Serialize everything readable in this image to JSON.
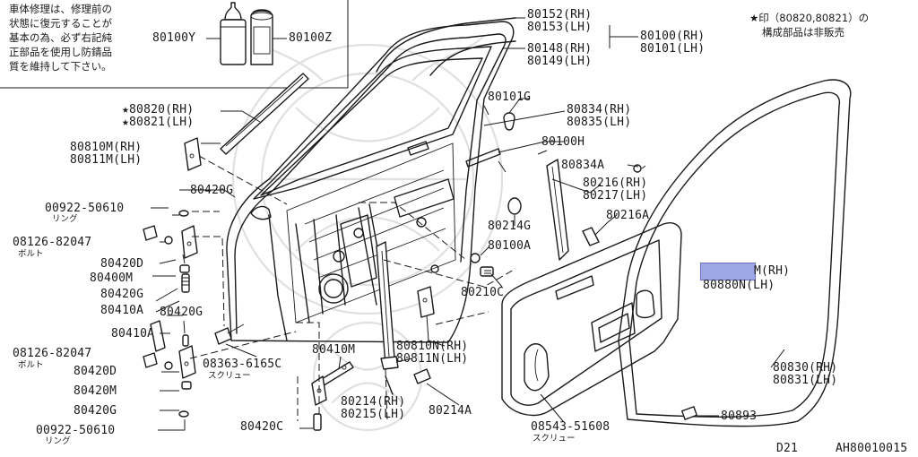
{
  "notice": [
    "車体修理は、修理前の",
    "状態に復元することが",
    "基本の為、必ず右記純",
    "正部品を使用し防錆品",
    "質を維持して下さい。"
  ],
  "star_note": [
    "★印（80820,80821）の",
    "構成部品は非販売"
  ],
  "labels": {
    "p80100Y": "80100Y",
    "p80100Z": "80100Z",
    "p80152": "80152(RH)",
    "p80153": "80153(LH)",
    "p80148": "80148(RH)",
    "p80149": "80149(LH)",
    "p80100": "80100(RH)",
    "p80101": "80101(LH)",
    "p80101G": "80101G",
    "p80820": "★80820(RH)",
    "p80821": "★80821(LH)",
    "p80834": "80834(RH)",
    "p80835": "80835(LH)",
    "p80810M": "80810M(RH)",
    "p80811M": "80811M(LH)",
    "p80100H": "80100H",
    "p80834A": "80834A",
    "p80420G_a": "80420G",
    "p80216": "80216(RH)",
    "p80217": "80217(LH)",
    "p00922_a": "00922-50610",
    "p80216A": "80216A",
    "p80214G": "80214G",
    "p08126_a": "08126-82047",
    "p80100A": "80100A",
    "p80420D_a": "80420D",
    "p80400M": "80400M",
    "p80420G_b": "80420G",
    "p80210C": "80210C",
    "p80880M": "M(RH)",
    "p80880N": "80880N(LH)",
    "p80410A_a": "80410A",
    "p80420G_c": "80420G",
    "p80410A_b": "80410A",
    "p80810N": "80810N(RH)",
    "p80811N": "80811N(LH)",
    "p08126_b": "08126-82047",
    "p80410M": "80410M",
    "p80420D_b": "80420D",
    "p08363": "08363-6165C",
    "p80830": "80830(RH)",
    "p80831": "80831(LH)",
    "p80420M": "80420M",
    "p80214": "80214(RH)",
    "p80215": "80215(LH)",
    "p80214A": "80214A",
    "p80420G_d": "80420G",
    "p80893": "80893",
    "p00922_b": "00922-50610",
    "p80420C": "80420C",
    "p08543": "08543-51608"
  },
  "sublabels": {
    "ring_a": "リング",
    "bolt_a": "ボルト",
    "bolt_b": "ボルト",
    "screw_a": "スクリュー",
    "ring_b": "リング",
    "screw_b": "スクリュー"
  },
  "footer": {
    "model": "D21",
    "figure_id": "AH80010015"
  },
  "colors": {
    "ink": "#1a1a1a",
    "highlight": "#9fa6e6",
    "highlight_border": "#6a70c4",
    "watermark": "#c8c8c8"
  }
}
